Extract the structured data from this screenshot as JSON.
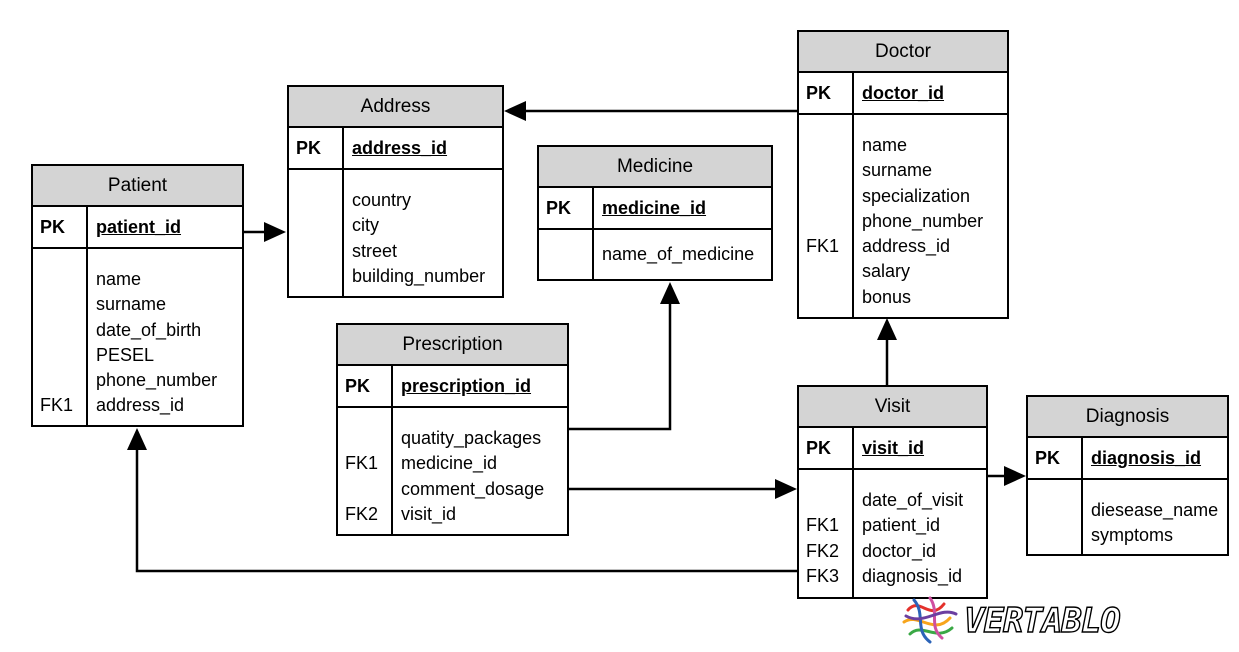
{
  "entities": {
    "patient": {
      "title": "Patient",
      "pk_tag": "PK",
      "pk_field": "patient_id",
      "fields": [
        "name",
        "surname",
        "date_of_birth",
        "PESEL",
        "phone_number",
        "address_id"
      ],
      "tags": [
        "",
        "",
        "",
        "",
        "",
        "FK1"
      ]
    },
    "address": {
      "title": "Address",
      "pk_tag": "PK",
      "pk_field": "address_id",
      "fields": [
        "country",
        "city",
        "street",
        "building_number"
      ],
      "tags": [
        "",
        "",
        "",
        ""
      ]
    },
    "medicine": {
      "title": "Medicine",
      "pk_tag": "PK",
      "pk_field": "medicine_id",
      "fields": [
        "name_of_medicine"
      ],
      "tags": [
        ""
      ]
    },
    "prescription": {
      "title": "Prescription",
      "pk_tag": "PK",
      "pk_field": "prescription_id",
      "fields": [
        "quatity_packages",
        "medicine_id",
        "comment_dosage",
        "visit_id"
      ],
      "tags": [
        "",
        "FK1",
        "",
        "FK2"
      ]
    },
    "doctor": {
      "title": "Doctor",
      "pk_tag": "PK",
      "pk_field": "doctor_id",
      "fields": [
        "name",
        "surname",
        "specialization",
        "phone_number",
        "address_id",
        "salary",
        "bonus"
      ],
      "tags": [
        "",
        "",
        "",
        "",
        "FK1",
        "",
        ""
      ]
    },
    "visit": {
      "title": "Visit",
      "pk_tag": "PK",
      "pk_field": "visit_id",
      "fields": [
        "date_of_visit",
        "patient_id",
        "doctor_id",
        "diagnosis_id"
      ],
      "tags": [
        "",
        "FK1",
        "FK2",
        "FK3"
      ]
    },
    "diagnosis": {
      "title": "Diagnosis",
      "pk_tag": "PK",
      "pk_field": "diagnosis_id",
      "fields": [
        "diesease_name",
        "symptoms"
      ],
      "tags": [
        "",
        ""
      ]
    }
  },
  "logo": {
    "text": "VERTABLO",
    "colors": [
      "#e4312b",
      "#f7a51c",
      "#3aa845",
      "#2b63b8",
      "#d04fa0",
      "#6b3fa0"
    ]
  }
}
